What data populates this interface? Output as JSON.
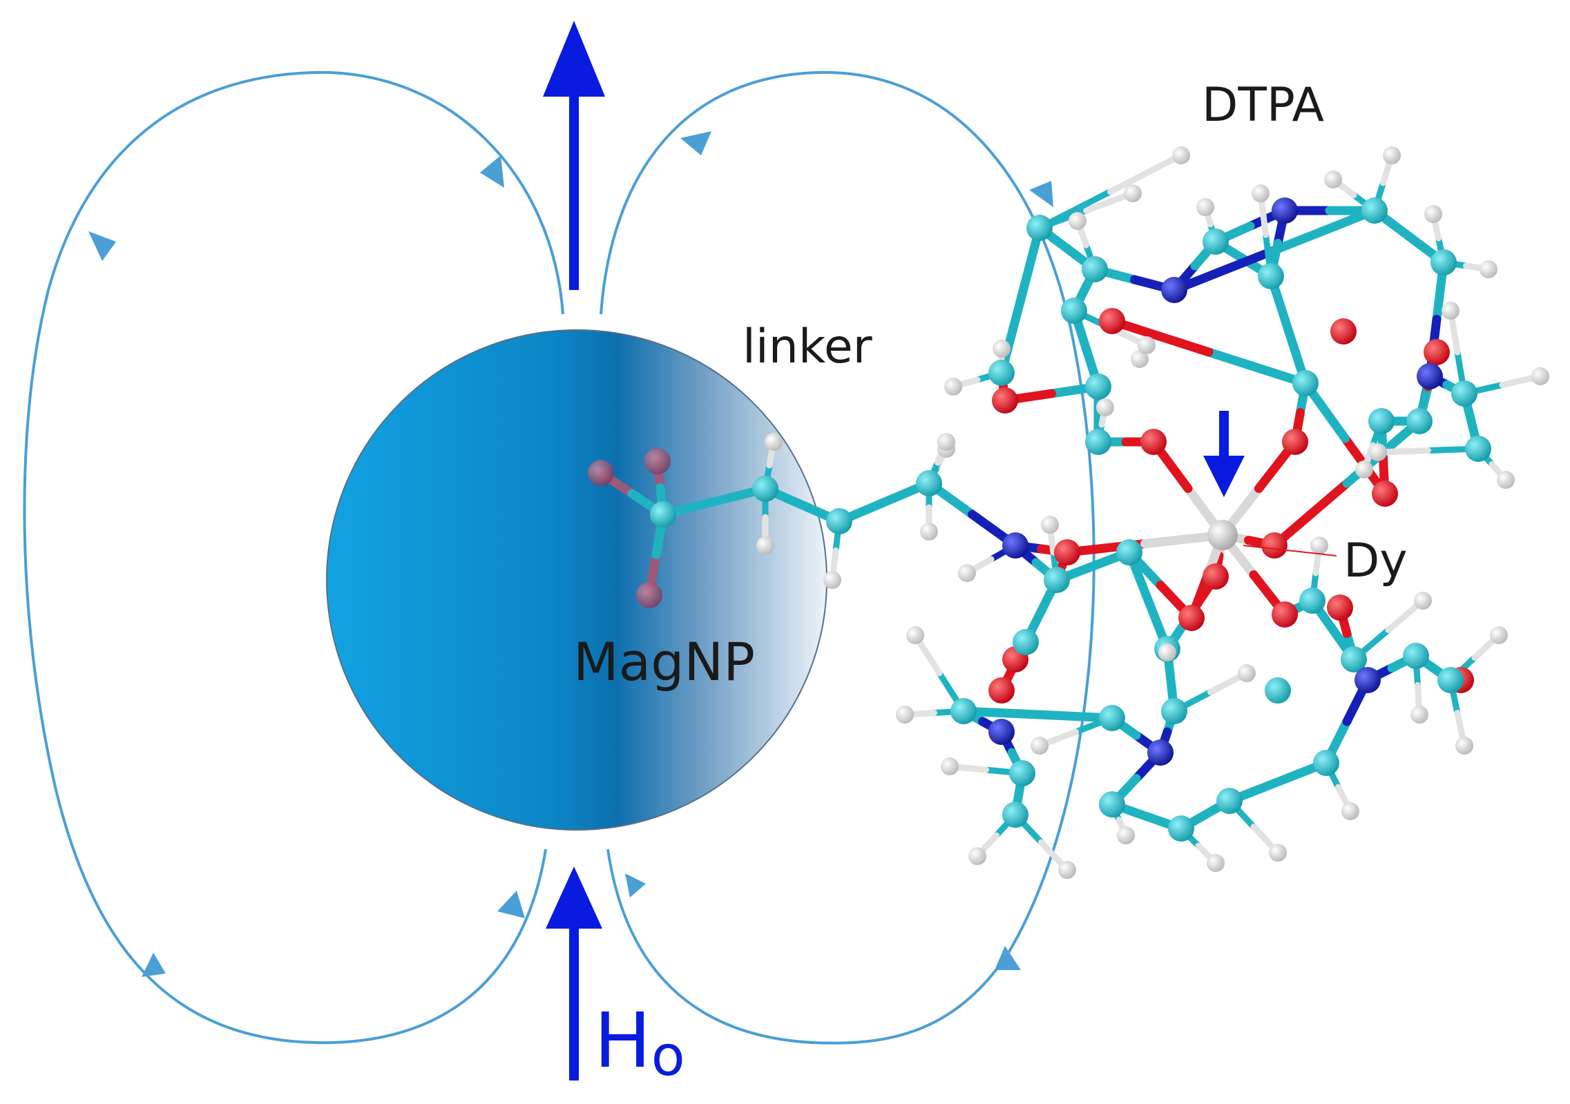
{
  "labels": {
    "dtpa": "DTPA",
    "linker": "linker",
    "dy": "Dy",
    "magnp": "MagNP",
    "h0_main": "H",
    "h0_sub": "o"
  },
  "colors": {
    "field_line": "#4a9fd6",
    "field_arrow": "#0a1be0",
    "particle_light": "#e8f0f8",
    "particle_dark": "#0d6fae",
    "carbon": "#1fb3c2",
    "oxygen": "#e0141e",
    "nitrogen": "#1520b8",
    "hydrogen": "#e2e2e2",
    "dy_atom": "#c8c8c8",
    "linker_anchor": "#9a5a78"
  },
  "icons": {
    "field_arrow": "up-arrow-icon",
    "spin_arrow": "down-arrow-icon"
  }
}
